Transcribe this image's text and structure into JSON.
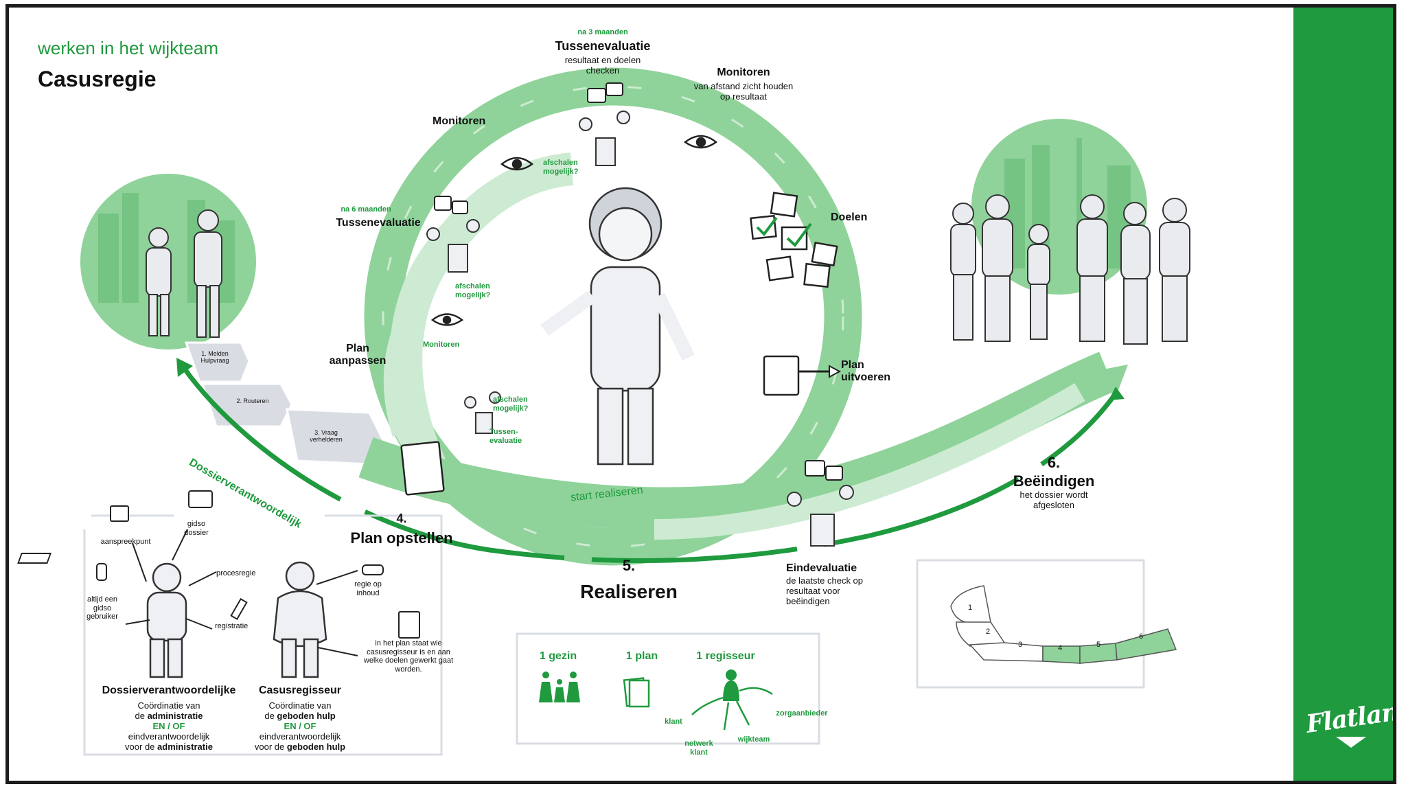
{
  "header": {
    "subtitle": "werken in het wijkteam",
    "title": "Casusregie"
  },
  "cycle": {
    "top_eval": {
      "when": "na 3 maanden",
      "title": "Tussenevaluatie",
      "desc": "resultaat en doelen checken"
    },
    "monitor_right": {
      "title": "Monitoren",
      "desc": "van afstand zicht houden op resultaat"
    },
    "monitor_left": "Monitoren",
    "afschalen_1": "afschalen mogelijk?",
    "doelen": "Doelen",
    "eval6": {
      "when": "na 6 maanden",
      "title": "Tussenevaluatie"
    },
    "afschalen_2": "afschalen mogelijk?",
    "monitor_inner": "Monitoren",
    "afschalen_3": "afschalen mogelijk?",
    "tussen_inner": "Tussen- evaluatie",
    "plan_aanpassen": "Plan aanpassen",
    "plan_uitvoeren": "Plan uitvoeren",
    "start_realiseren": "start realiseren"
  },
  "steps": [
    {
      "label": "1. Melden Hulpvraag"
    },
    {
      "label": "2. Routeren"
    },
    {
      "label": "3. Vraag verhelderen"
    }
  ],
  "phase4": {
    "num": "4.",
    "title": "Plan opstellen"
  },
  "phase5": {
    "num": "5.",
    "title": "Realiseren"
  },
  "phase6": {
    "num": "6.",
    "title": "Beëindigen",
    "desc": "het dossier wordt afgesloten"
  },
  "dossier_arrow": "Dossierverantwoordelijk",
  "eindevaluatie": {
    "title": "Eindevaluatie",
    "desc": "de laatste check op resultaat voor beëindigen"
  },
  "roles": {
    "aanspreekpunt": "aanspreekpunt",
    "gidso_dossier": "gidso dossier",
    "procesregie": "procesregie",
    "altijd": "altijd een gidso gebruiker",
    "registratie": "registratie",
    "regie_inhoud": "regie op inhoud",
    "plan_staat": "in het plan staat wie casusregisseur is en aan welke doelen gewerkt gaat worden.",
    "dv": {
      "title": "Dossierverantwoordelijke",
      "l1": "Coördinatie van",
      "l2a": "de ",
      "l2b": "administratie",
      "enof": "EN / OF",
      "l3": "eindverantwoordelijk",
      "l4a": "voor de ",
      "l4b": "administratie"
    },
    "cr": {
      "title": "Casusregisseur",
      "l1": "Coördinatie van",
      "l2a": "de ",
      "l2b": "geboden hulp",
      "enof": "EN / OF",
      "l3": "eindverantwoordelijk",
      "l4a": "voor de ",
      "l4b": "geboden hulp"
    }
  },
  "principles": {
    "gezin": "1 gezin",
    "plan": "1 plan",
    "regisseur": "1 regisseur",
    "klant": "klant",
    "netwerk": "netwerk klant",
    "wijkteam": "wijkteam",
    "zorgaanbieder": "zorgaanbieder"
  },
  "mini_steps": [
    "1",
    "2",
    "3",
    "4",
    "5",
    "6"
  ],
  "logo": "Flatland",
  "colors": {
    "green": "#1f9a3e",
    "light_green": "#8fd39a",
    "pale_green": "#cdebd2",
    "grey": "#d9dde3"
  }
}
